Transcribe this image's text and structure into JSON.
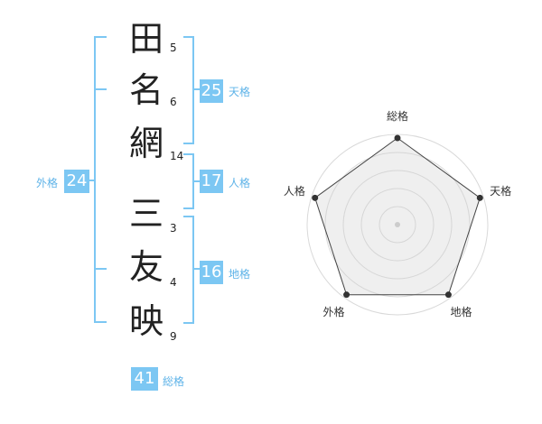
{
  "name": {
    "surname": [
      {
        "char": "田",
        "strokes": "5"
      },
      {
        "char": "名",
        "strokes": "6"
      },
      {
        "char": "網",
        "strokes": "14"
      }
    ],
    "given": [
      {
        "char": "三",
        "strokes": "3"
      },
      {
        "char": "友",
        "strokes": "4"
      },
      {
        "char": "映",
        "strokes": "9"
      }
    ]
  },
  "fortunes": {
    "tenkaku": {
      "value": "25",
      "label": "天格"
    },
    "jinkaku": {
      "value": "17",
      "label": "人格"
    },
    "chikaku": {
      "value": "16",
      "label": "地格"
    },
    "gaikaku": {
      "value": "24",
      "label": "外格"
    },
    "soukaku": {
      "value": "41",
      "label": "総格"
    }
  },
  "radar": {
    "axes": [
      "総格",
      "天格",
      "地格",
      "外格",
      "人格"
    ],
    "values": [
      1.0,
      1.0,
      1.0,
      1.0,
      1.0
    ]
  },
  "colors": {
    "accent": "#7cc7f3",
    "accent_text": "#5eb3e8",
    "text": "#222222"
  }
}
